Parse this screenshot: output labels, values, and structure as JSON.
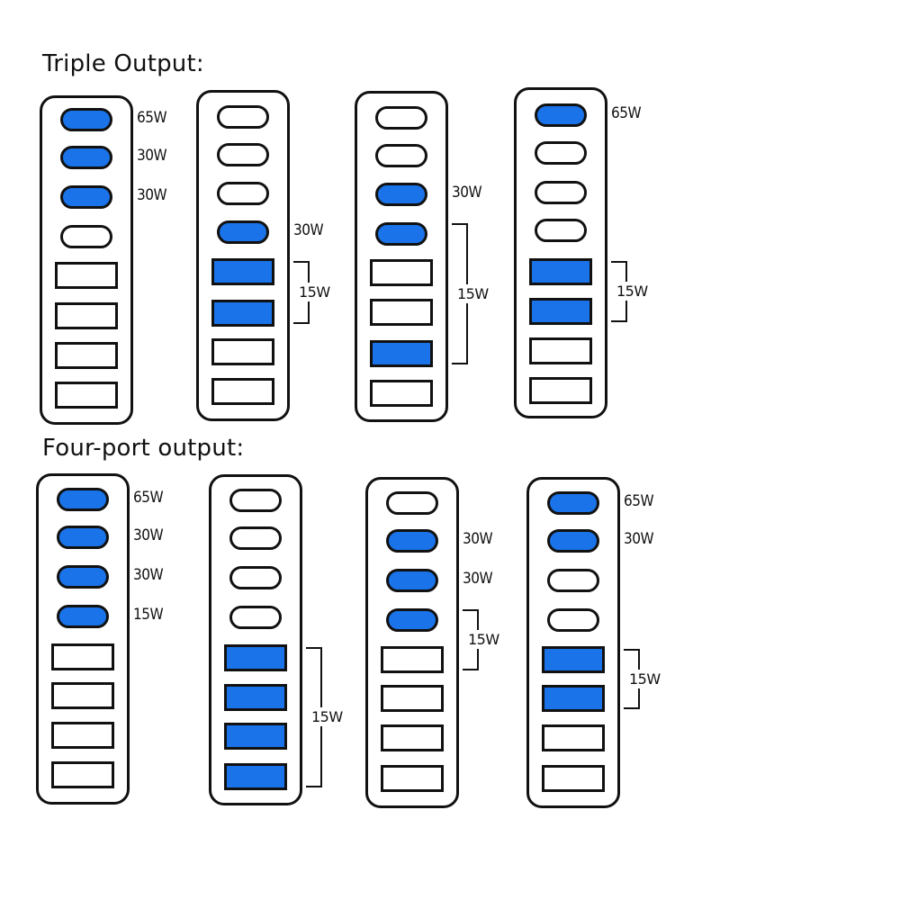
{
  "sections": [
    {
      "title": "Triple Output:",
      "hubs": [
        {
          "ports": [
            1,
            1,
            1,
            0,
            0,
            0,
            0,
            0
          ],
          "labels": [
            "65W",
            "30W",
            "30W",
            "",
            "",
            "",
            "",
            ""
          ],
          "group": null
        },
        {
          "ports": [
            0,
            0,
            0,
            1,
            1,
            1,
            0,
            0
          ],
          "labels": [
            "",
            "",
            "",
            "30W",
            "",
            "",
            "",
            ""
          ],
          "group": {
            "from": 4,
            "to": 5,
            "label": "15W"
          }
        },
        {
          "ports": [
            0,
            0,
            1,
            1,
            0,
            0,
            1,
            0
          ],
          "labels": [
            "",
            "",
            "30W",
            "",
            "",
            "",
            "",
            ""
          ],
          "group": {
            "from": 3,
            "to": 6,
            "label": "15W"
          }
        },
        {
          "ports": [
            1,
            0,
            0,
            0,
            1,
            1,
            0,
            0
          ],
          "labels": [
            "65W",
            "",
            "",
            "",
            "",
            "",
            "",
            ""
          ],
          "group": {
            "from": 4,
            "to": 5,
            "label": "15W"
          }
        }
      ]
    },
    {
      "title": "Four-port output:",
      "hubs": [
        {
          "ports": [
            1,
            1,
            1,
            1,
            0,
            0,
            0,
            0
          ],
          "labels": [
            "65W",
            "30W",
            "30W",
            "15W",
            "",
            "",
            "",
            ""
          ],
          "group": null
        },
        {
          "ports": [
            0,
            0,
            0,
            0,
            1,
            1,
            1,
            1
          ],
          "labels": [
            "",
            "",
            "",
            "",
            "",
            "",
            "",
            ""
          ],
          "group": {
            "from": 4,
            "to": 7,
            "label": "15W"
          }
        },
        {
          "ports": [
            0,
            1,
            1,
            1,
            0,
            0,
            0,
            0
          ],
          "labels": [
            "",
            "30W",
            "30W",
            "",
            "",
            "",
            "",
            ""
          ],
          "group": {
            "from": 3,
            "to": 4,
            "label": "15W"
          }
        },
        {
          "ports": [
            1,
            1,
            0,
            0,
            1,
            1,
            0,
            0
          ],
          "labels": [
            "65W",
            "30W",
            "",
            "",
            "",
            "",
            "",
            ""
          ],
          "group": {
            "from": 4,
            "to": 5,
            "label": "15W"
          }
        }
      ]
    }
  ],
  "colors": {
    "active": "#1a73e8",
    "inactive": "#ffffff",
    "outline": "#111111"
  }
}
